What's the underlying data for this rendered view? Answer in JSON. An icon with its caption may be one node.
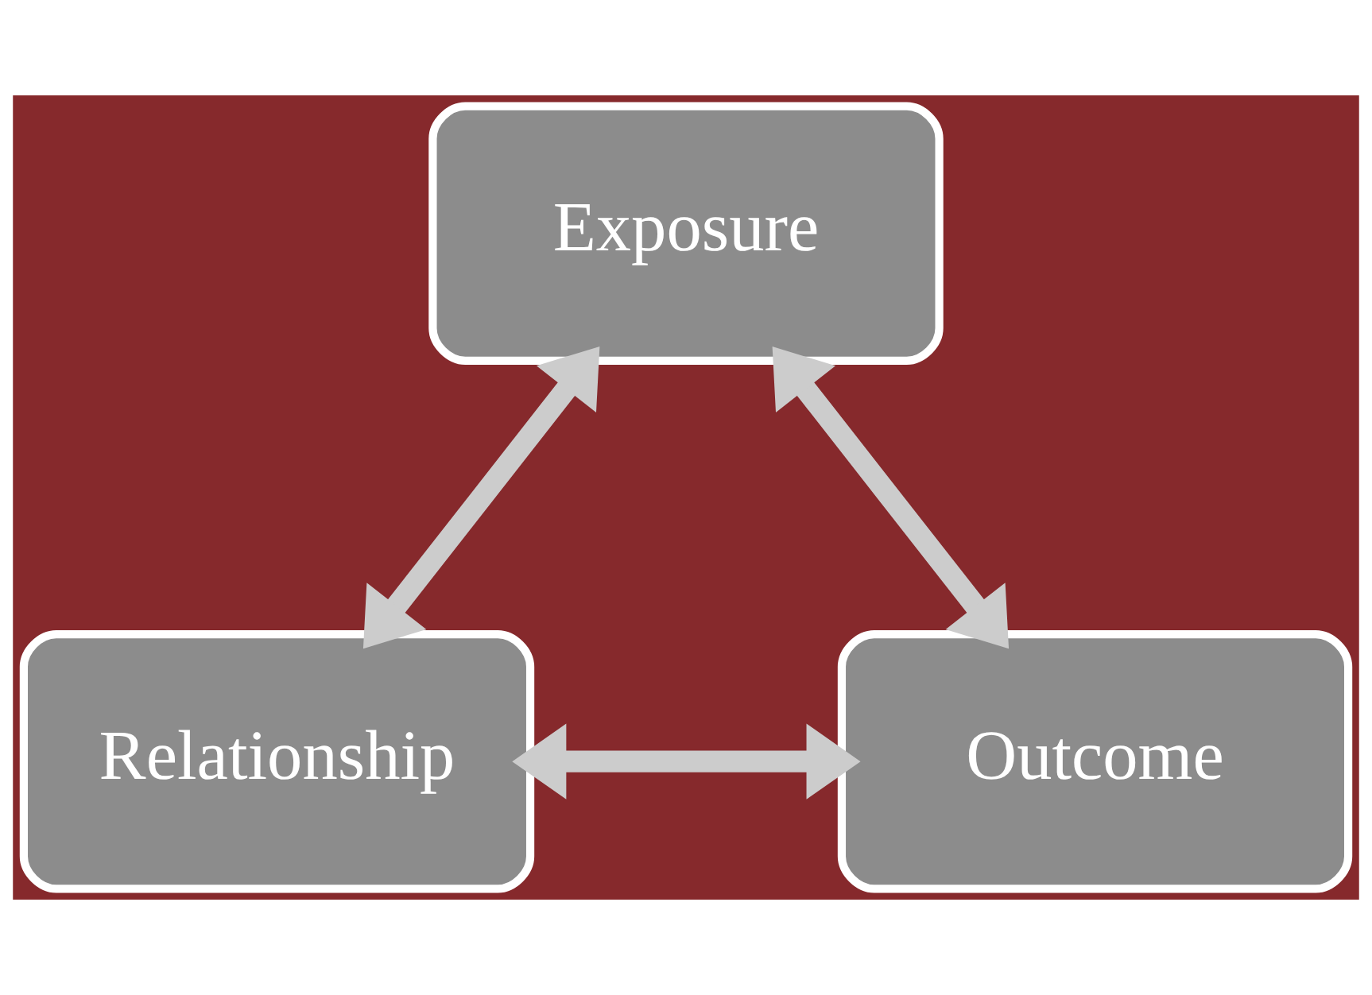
{
  "diagram": {
    "nodes": [
      {
        "text": [
          "Exposure"
        ]
      },
      {
        "text": [
          "Relationship"
        ]
      },
      {
        "text": [
          "Outcome"
        ]
      }
    ],
    "edges": [
      {
        "from": 0,
        "to": 1,
        "arrow": "both"
      },
      {
        "from": 0,
        "to": 2,
        "arrow": "both"
      },
      {
        "from": 1,
        "to": 2,
        "arrow": "both"
      }
    ]
  }
}
